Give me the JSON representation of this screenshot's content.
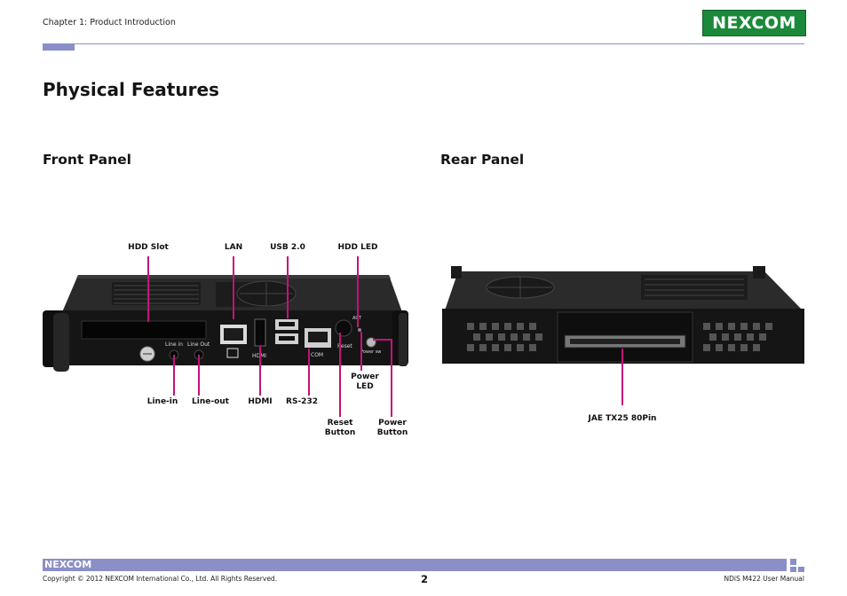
{
  "header": {
    "chapter": "Chapter 1: Product Introduction",
    "logo_text": "NEXCOM"
  },
  "page": {
    "title": "Physical Features"
  },
  "front_panel": {
    "heading": "Front Panel",
    "callouts": {
      "hdd_slot": "HDD Slot",
      "lan": "LAN",
      "usb": "USB 2.0",
      "hdd_led": "HDD LED",
      "line_in": "Line-in",
      "line_out": "Line-out",
      "hdmi": "HDMI",
      "rs232": "RS-232",
      "power_led_1": "Power",
      "power_led_2": "LED",
      "reset_1": "Reset",
      "reset_2": "Button",
      "power_btn_1": "Power",
      "power_btn_2": "Button"
    },
    "device_print": {
      "line_in": "Line in",
      "line_out": "Line Out",
      "hdmi": "HDMI",
      "com": "COM",
      "reset": "Reset",
      "power_sw": "Power sw",
      "act": "ACT"
    }
  },
  "rear_panel": {
    "heading": "Rear Panel",
    "callouts": {
      "jae": "JAE TX25 80Pin"
    }
  },
  "footer": {
    "logo_text": "NEXCOM",
    "copyright": "Copyright © 2012 NEXCOM International Co., Ltd. All Rights Reserved.",
    "page_number": "2",
    "manual_name": "NDiS M422 User Manual"
  },
  "colors": {
    "accent": "#8a8fc8",
    "callout_line": "#c4127a",
    "logo_green": "#1a8a3a",
    "logo_red": "#e2231a"
  }
}
